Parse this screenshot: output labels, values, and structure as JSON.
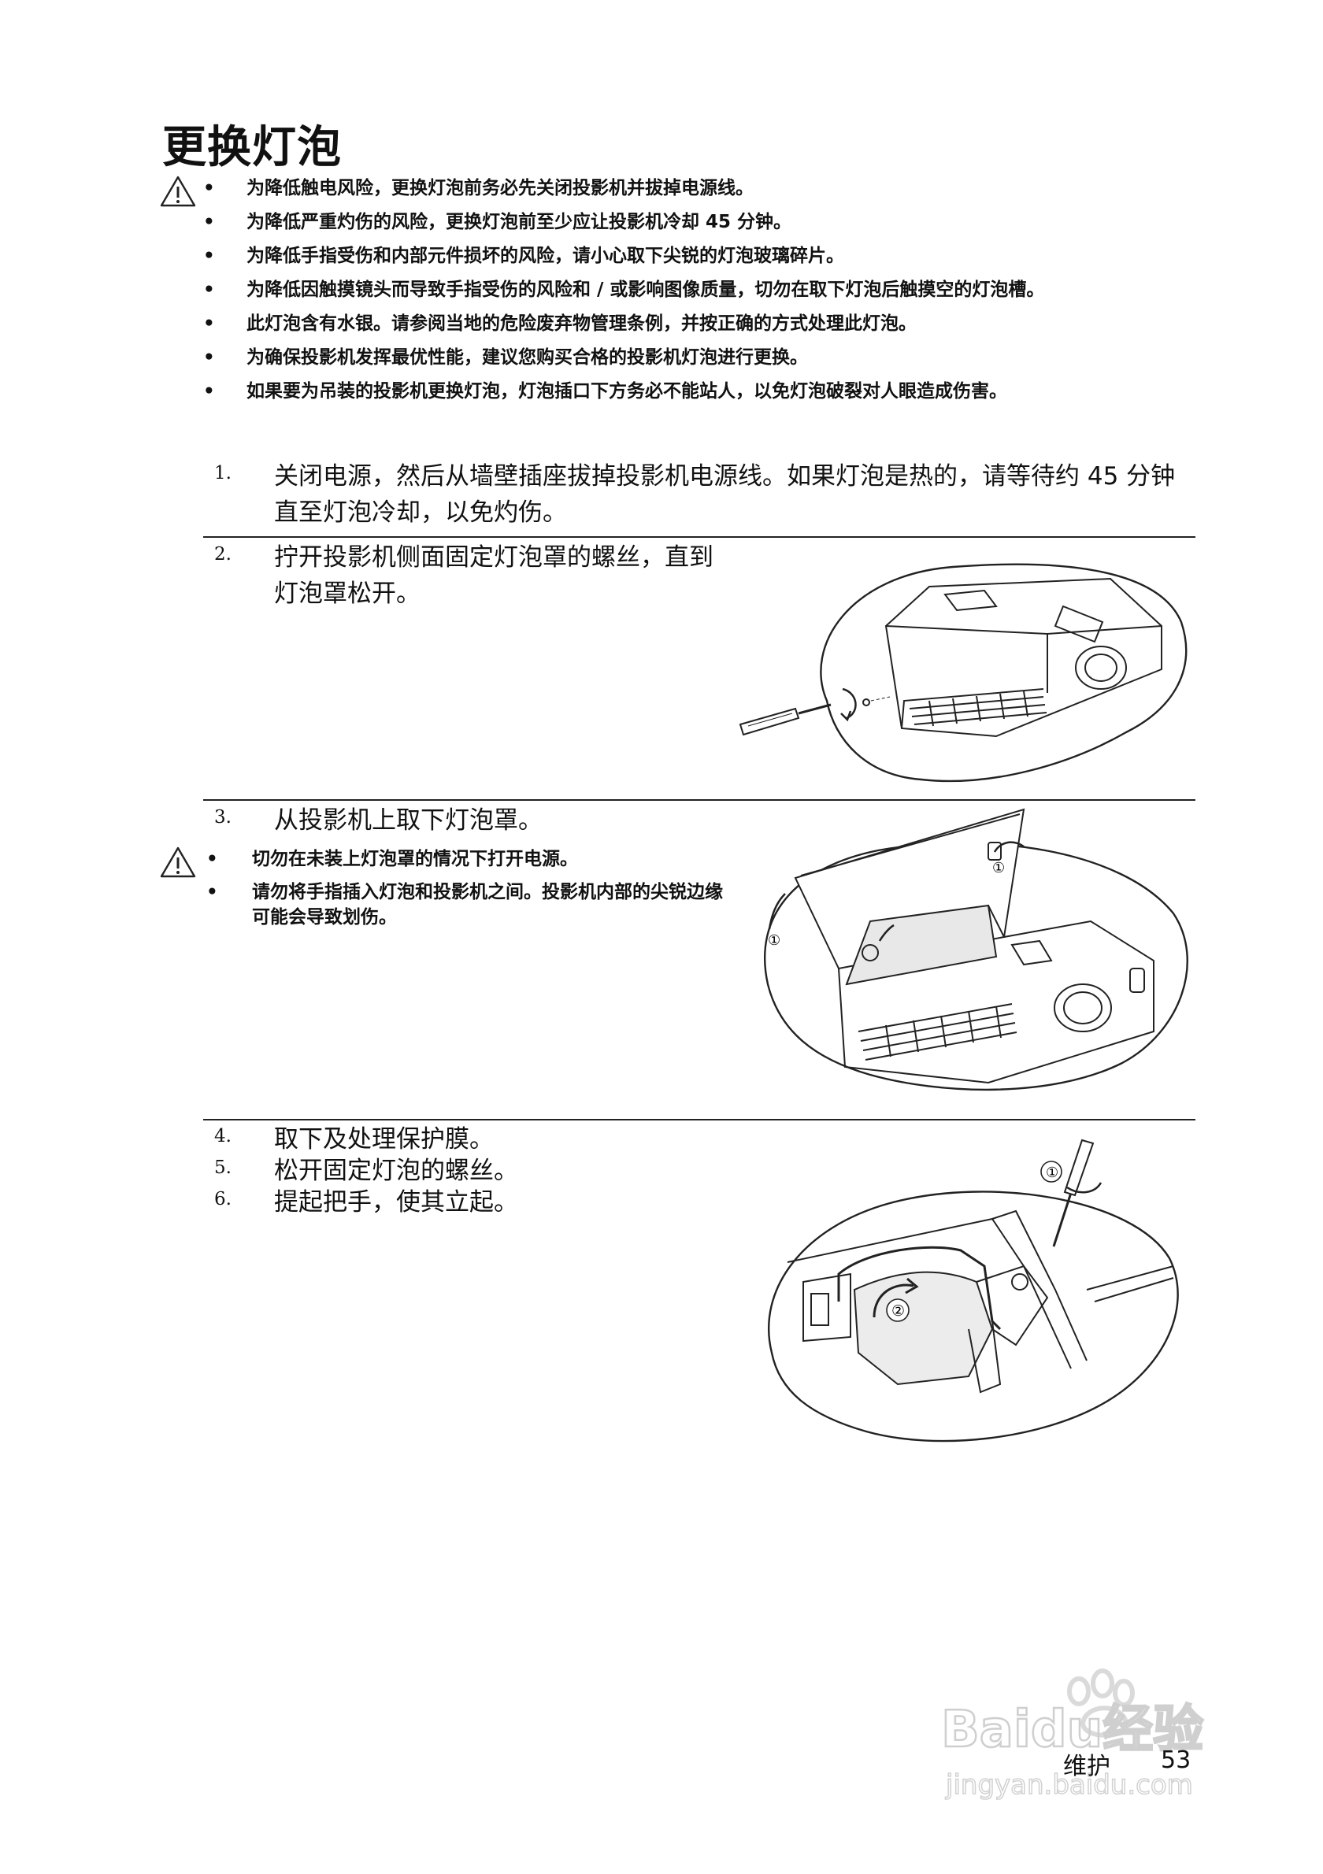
{
  "page": {
    "title": "更换灯泡"
  },
  "warnings": {
    "icon": "warning-triangle-icon",
    "items": [
      "为降低触电风险，更换灯泡前务必先关闭投影机并拔掉电源线。",
      "为降低严重灼伤的风险，更换灯泡前至少应让投影机冷却 45 分钟。",
      "为降低手指受伤和内部元件损坏的风险，请小心取下尖锐的灯泡玻璃碎片。",
      "为降低因触摸镜头而导致手指受伤的风险和 / 或影响图像质量，切勿在取下灯泡后触摸空的灯泡槽。",
      "此灯泡含有水银。请参阅当地的危险废弃物管理条例，并按正确的方式处理此灯泡。",
      "为确保投影机发挥最优性能，建议您购买合格的投影机灯泡进行更换。",
      "如果要为吊装的投影机更换灯泡，灯泡插口下方务必不能站人，以免灯泡破裂对人眼造成伤害。"
    ]
  },
  "steps": [
    {
      "num": "1.",
      "text": "关闭电源，然后从墙壁插座拔掉投影机电源线。如果灯泡是热的，请等待约 45 分钟直至灯泡冷却，以免灼伤。"
    },
    {
      "num": "2.",
      "text": "拧开投影机侧面固定灯泡罩的螺丝，直到灯泡罩松开。"
    },
    {
      "num": "3.",
      "text": "从投影机上取下灯泡罩。"
    },
    {
      "num": "4.",
      "text": "取下及处理保护膜。"
    },
    {
      "num": "5.",
      "text": "松开固定灯泡的螺丝。"
    },
    {
      "num": "6.",
      "text": "提起把手，使其立起。"
    }
  ],
  "step3_warnings": {
    "icon": "warning-triangle-icon",
    "items": [
      "切勿在未装上灯泡罩的情况下打开电源。",
      "请勿将手指插入灯泡和投影机之间。投影机内部的尖锐边缘可能会导致划伤。"
    ]
  },
  "illustrations": {
    "fig2_marker": "",
    "fig3_markers": [
      "①",
      "①"
    ],
    "fig4_markers": [
      "①",
      "②"
    ]
  },
  "footer": {
    "section": "维护",
    "page_number": "53"
  },
  "watermark": {
    "brand": "Baidu经验",
    "url": "jingyan.baidu.com"
  }
}
